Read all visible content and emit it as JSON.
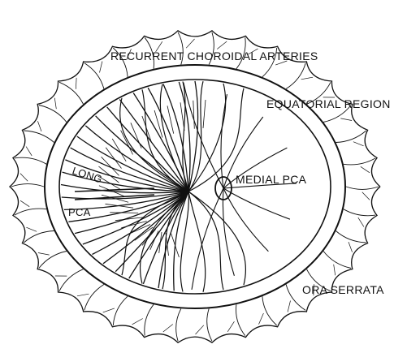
{
  "labels": {
    "recurrent": "RECURRENT CHOROIDAL ARTERIES",
    "equatorial": "EQUATORIAL REGION",
    "medial_pca": "MEDIAL PCA",
    "long": "LONG",
    "pca": "PCA",
    "ora_serrata": "ORA SERRATA"
  },
  "colors": {
    "ink": "#111111",
    "paper": "#ffffff"
  }
}
